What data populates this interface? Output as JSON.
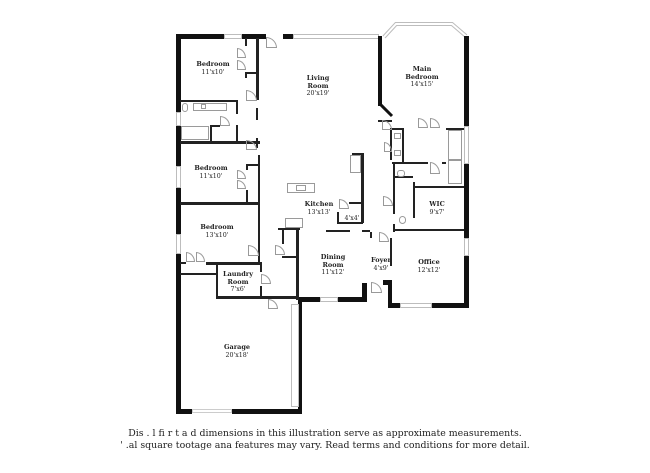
{
  "floor_plan": {
    "rooms": [
      {
        "id": "bedroom-1",
        "name": "Bedroom",
        "dims": "11'x10'"
      },
      {
        "id": "living-room",
        "name": "Living Room",
        "name_line1": "Living",
        "name_line2": "Room",
        "dims": "20'x19'"
      },
      {
        "id": "main-bedroom",
        "name": "Main Bedroom",
        "name_line1": "Main",
        "name_line2": "Bedroom",
        "dims": "14'x15'"
      },
      {
        "id": "bedroom-2",
        "name": "Bedroom",
        "dims": "11'x10'"
      },
      {
        "id": "kitchen",
        "name": "Kitchen",
        "dims": "13'x13'"
      },
      {
        "id": "pantry",
        "name": "",
        "dims": "4'x4'"
      },
      {
        "id": "wic",
        "name": "WIC",
        "dims": "9'x7'"
      },
      {
        "id": "bedroom-3",
        "name": "Bedroom",
        "dims": "13'x10'"
      },
      {
        "id": "dining-room",
        "name": "Dining Room",
        "name_line1": "Dining",
        "name_line2": "Room",
        "dims": "11'x12'"
      },
      {
        "id": "foyer",
        "name": "Foyer",
        "dims": "4'x9'"
      },
      {
        "id": "office",
        "name": "Office",
        "dims": "12'x12'"
      },
      {
        "id": "laundry-room",
        "name": "Laundry Room",
        "name_line1": "Laundry",
        "name_line2": "Room",
        "dims": "7'x6'"
      },
      {
        "id": "garage",
        "name": "Garage",
        "dims": "20'x18'"
      }
    ]
  },
  "disclaimer": {
    "line1": "Dis  .   l  fi   r  t  a  d dimensions in this illustration serve as approximate measurements.",
    "line2": "' .al square tootage ana features may vary. Read terms and conditions for more detail."
  },
  "colors": {
    "wall": "#111111",
    "window": "#bdbdbd",
    "background": "#ffffff",
    "text": "#222222"
  }
}
